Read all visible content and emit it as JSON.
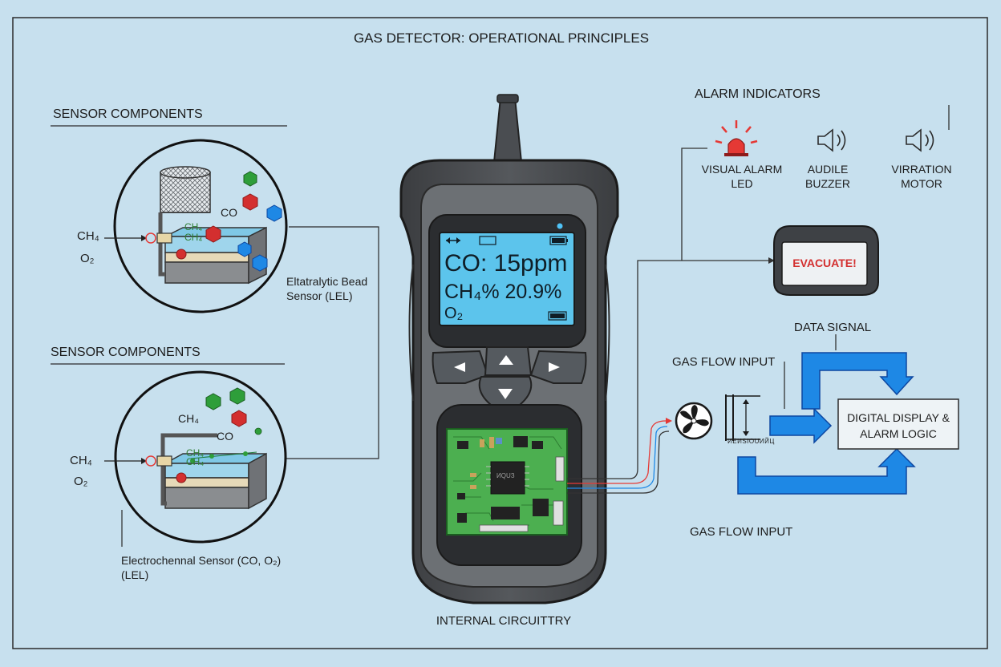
{
  "title": "GAS DETECTOR: OPERATIONAL PRINCIPLES",
  "sensors": [
    {
      "heading": "SENSOR COMPONENTS",
      "labels": {
        "ch4": "CH₄",
        "o2": "O₂",
        "co": "CO",
        "ch4_inner": "CH₄",
        "ch4_inner2": "CH₄"
      },
      "caption": "Eltatralytic Bead\nSensor (LEL)"
    },
    {
      "heading": "SENSOR COMPONENTS",
      "labels": {
        "ch4": "CH₄",
        "o2": "O₂",
        "ch4_top": "CH₄",
        "co": "CO",
        "ch4_inner": "CH₄",
        "ch4_inner2": "CH₄"
      },
      "caption": "Electrochennal Sensor (CO, O₂)\n(LEL)"
    }
  ],
  "display": {
    "line1": "CO:  15ppm",
    "line2": "CH₄%  20.9%",
    "line3": "O₂"
  },
  "device": {
    "circuit_caption": "INTERNAL CIRCUITTRY",
    "chip_label": "ИQUЗ"
  },
  "alarm": {
    "heading": "ALARM INDICATORS",
    "items": [
      {
        "name": "VISUAL ALARM\nLED",
        "icon": "red-siren-icon"
      },
      {
        "name": "AUDILE\nBUZZER",
        "icon": "speaker-icon"
      },
      {
        "name": "VIRRATION\nMOTOR",
        "icon": "speaker-icon"
      }
    ],
    "screen_text": "EVACUATE!"
  },
  "flow": {
    "data_signal": "DATA SIGNAL",
    "gas_flow_top": "GAS FLOW INPUT",
    "gas_flow_bottom": "GAS FLOW INPUT",
    "filter_label": "ИЕИSIOUИЙЦ",
    "logic_box": "DIGITAL DISPLAY &\nALARM LOGIC"
  },
  "colors": {
    "background": "#c7e0ee",
    "flow_arrow": "#1e88e5",
    "lcd": "#5cc4ec",
    "pcb": "#4caf50",
    "alarm_red": "#d32f2f",
    "molecule_green": "#2e9e3a",
    "molecule_red": "#d32f2f",
    "molecule_blue": "#1e88e5"
  }
}
